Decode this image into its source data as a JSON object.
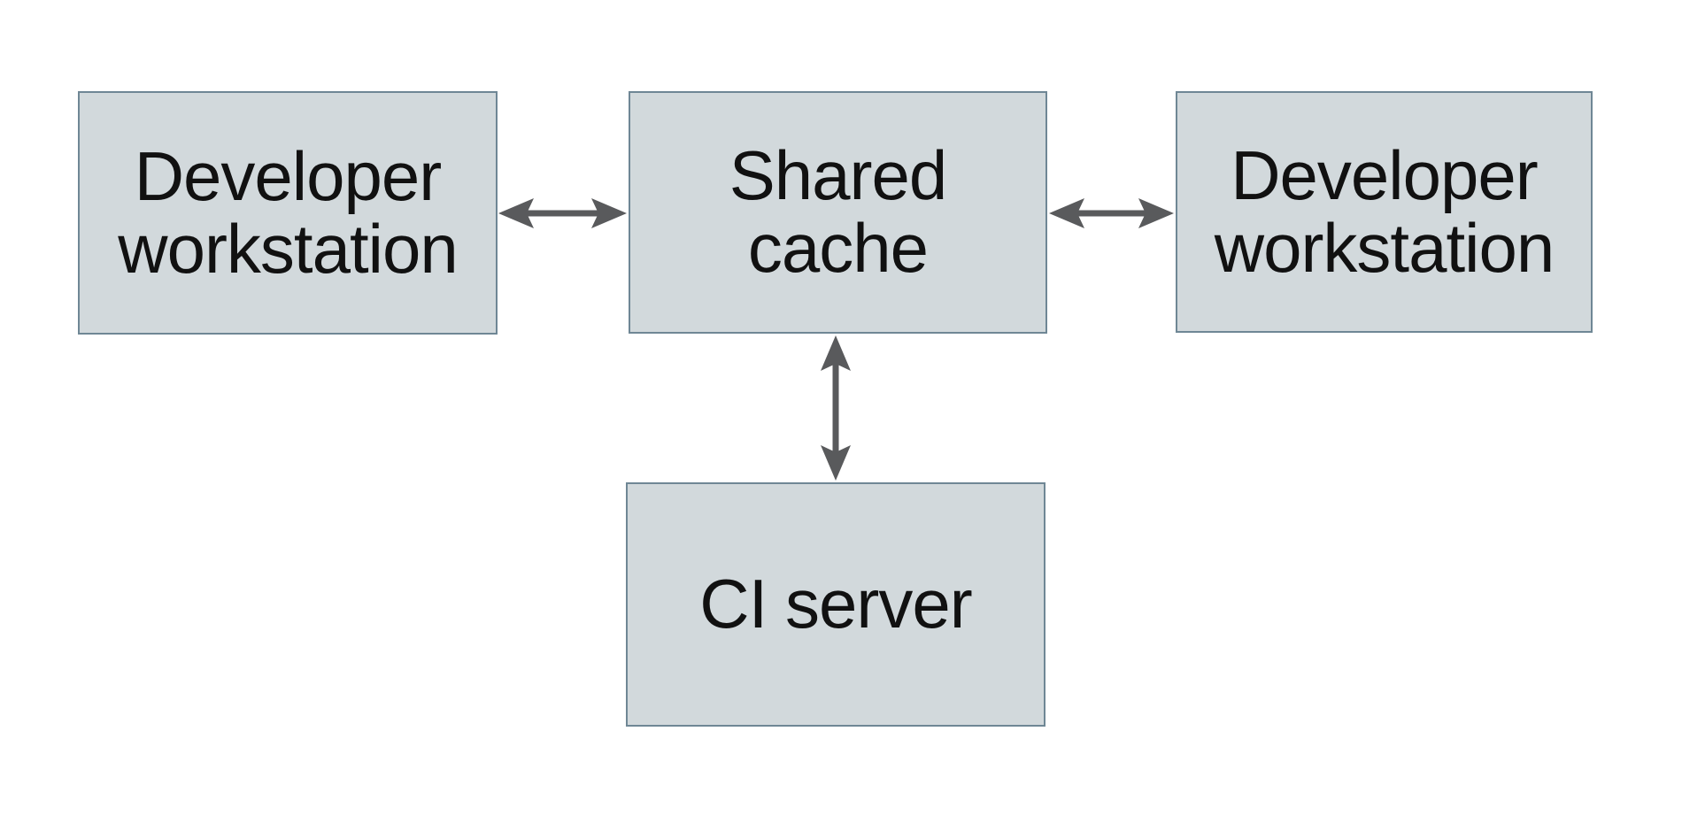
{
  "diagram": {
    "type": "architecture-diagram",
    "colors": {
      "background": "#ffffff",
      "node_fill": "#d2d9dc",
      "node_border": "#6f8795",
      "arrow_color": "#595a5c",
      "text_color": "#111111"
    },
    "nodes": [
      {
        "id": "developer-workstation-left",
        "label": "Developer workstation",
        "lines": [
          "Developer",
          "workstation"
        ]
      },
      {
        "id": "shared-cache",
        "label": "Shared cache",
        "lines": [
          "Shared",
          "cache"
        ]
      },
      {
        "id": "developer-workstation-right",
        "label": "Developer workstation",
        "lines": [
          "Developer",
          "workstation"
        ]
      },
      {
        "id": "ci-server",
        "label": "CI server",
        "lines": [
          "CI server"
        ]
      }
    ],
    "edges": [
      {
        "from": "developer-workstation-left",
        "to": "shared-cache",
        "direction": "bidirectional"
      },
      {
        "from": "shared-cache",
        "to": "developer-workstation-right",
        "direction": "bidirectional"
      },
      {
        "from": "shared-cache",
        "to": "ci-server",
        "direction": "bidirectional"
      }
    ]
  }
}
